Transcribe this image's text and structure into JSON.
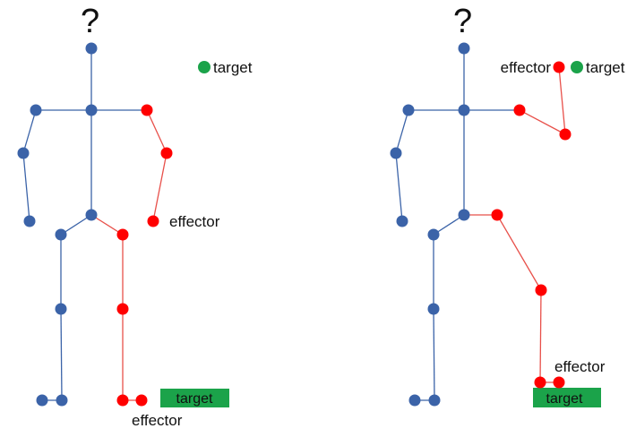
{
  "colors": {
    "skeleton": "#3b63a8",
    "chain": "#ff0000",
    "chain_line": "#e8504a",
    "target": "#1ba34a",
    "text": "#111111"
  },
  "left": {
    "question": "?",
    "target_label": "target",
    "arm_effector_label": "effector",
    "foot_target_label": "target",
    "foot_effector_label": "effector"
  },
  "right": {
    "question": "?",
    "arm_effector_label": "effector",
    "target_label": "target",
    "foot_effector_label": "effector",
    "foot_target_label": "target"
  }
}
